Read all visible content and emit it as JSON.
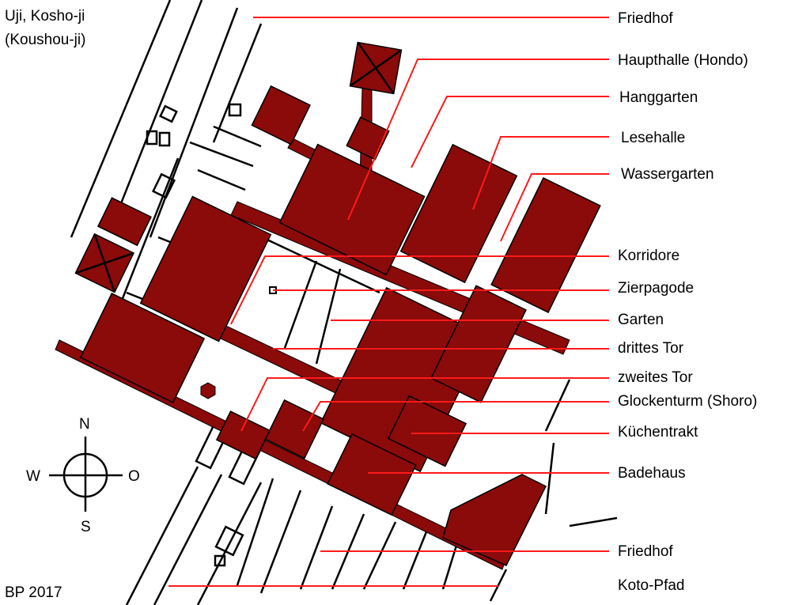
{
  "title": {
    "line1": "Uji, Kosho-ji",
    "line2": "(Koushou-ji)"
  },
  "credit": "BP 2017",
  "compass": {
    "n": "N",
    "s": "S",
    "w": "W",
    "e": "O"
  },
  "colors": {
    "building": "#8b0a0a",
    "leader": "#ff1a1a"
  },
  "labels": [
    "Friedhof",
    "Haupthalle (Hondo)",
    "Hanggarten",
    "Lesehalle",
    "Wassergarten",
    "Korridore",
    "Zierpagode",
    "Garten",
    "drittes Tor",
    "zweites Tor",
    "Glockenturm (Shoro)",
    "Küchentrakt",
    "Badehaus",
    "Friedhof",
    "Koto-Pfad"
  ]
}
